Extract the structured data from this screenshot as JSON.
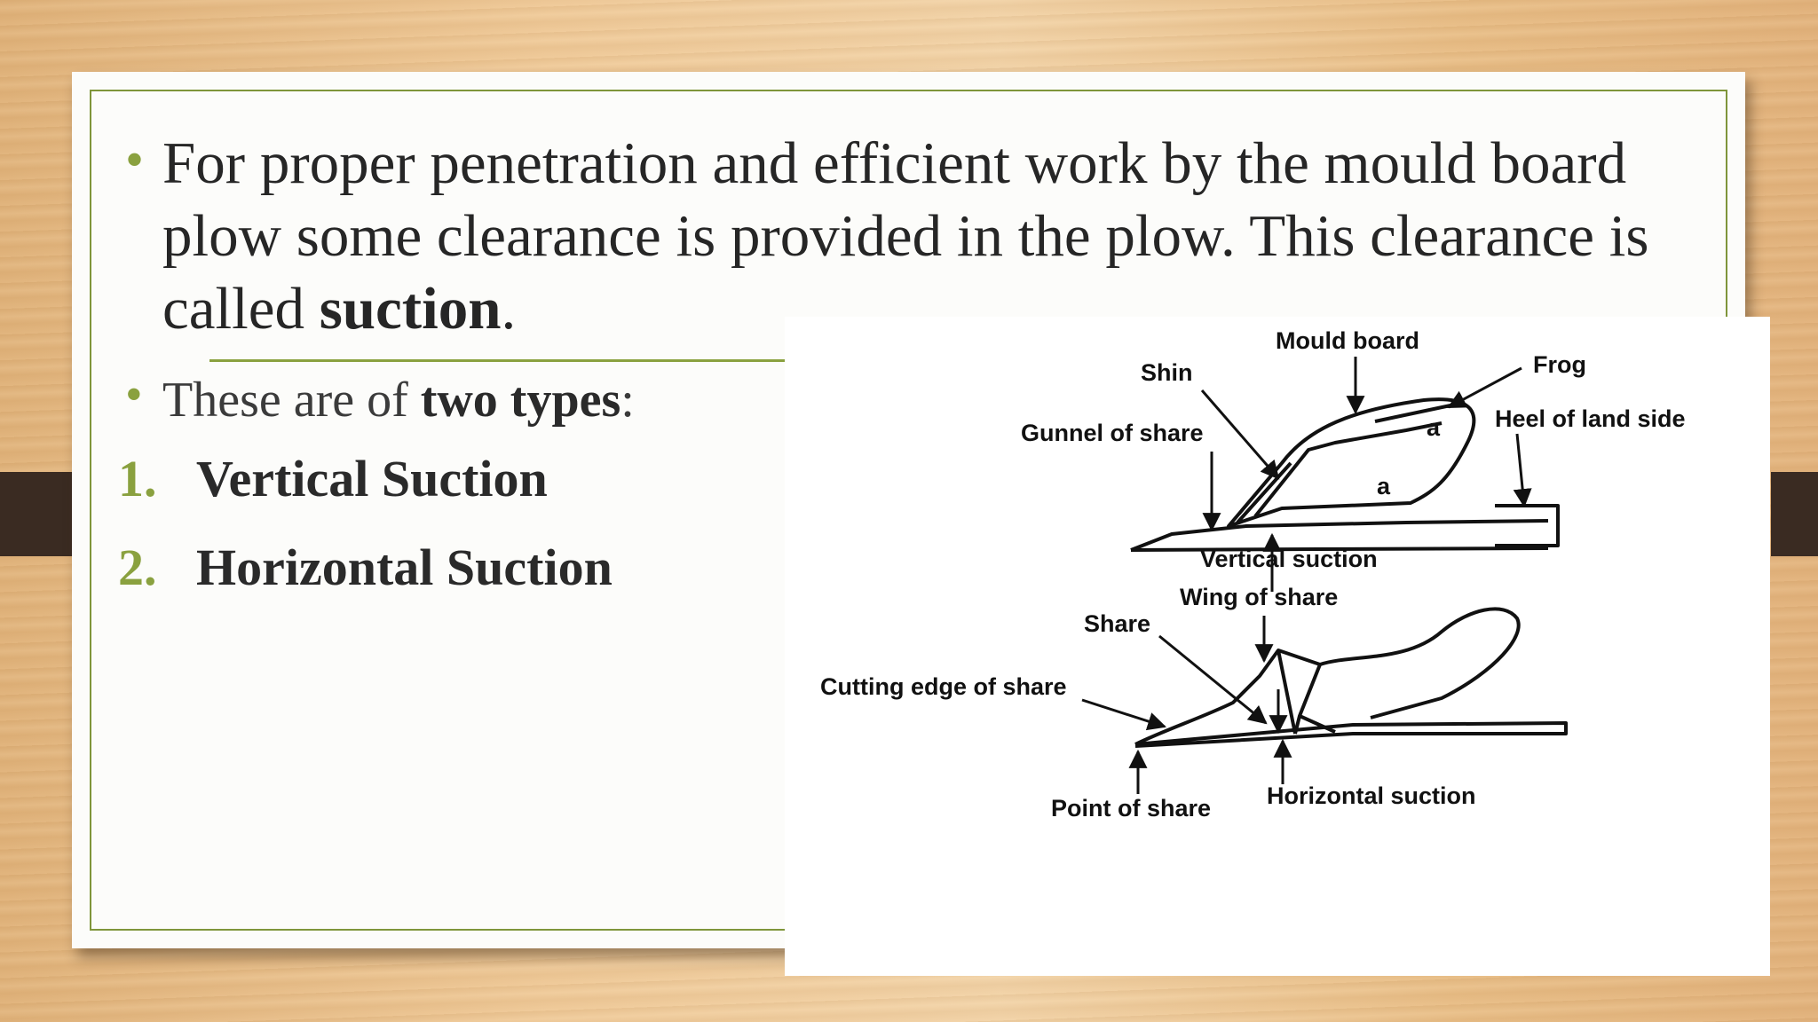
{
  "slide": {
    "bullet1": {
      "text": "For proper penetration and efficient work by the mould board plow some clearance is provided in the plow. This clearance is called ",
      "bold": "suction",
      "end": "."
    },
    "bullet2": {
      "text": "These are of ",
      "bold": "two types",
      "end": ":"
    },
    "list": [
      {
        "number": "1.",
        "label": "Vertical Suction"
      },
      {
        "number": "2.",
        "label": "Horizontal Suction"
      }
    ]
  },
  "figure": {
    "top_labels": {
      "mould_board": "Mould board",
      "frog": "Frog",
      "shin": "Shin",
      "heel": "Heel of land side",
      "gunnel": "Gunnel of share",
      "vertical_suction": "Vertical suction",
      "mark_a": "a",
      "mark_b": "a"
    },
    "bottom_labels": {
      "wing": "Wing of share",
      "share": "Share",
      "cutting_edge": "Cutting edge of share",
      "point": "Point of share",
      "horizontal_suction": "Horizontal suction"
    }
  },
  "colors": {
    "accent": "#8aa13f",
    "band": "#3a2b22"
  }
}
